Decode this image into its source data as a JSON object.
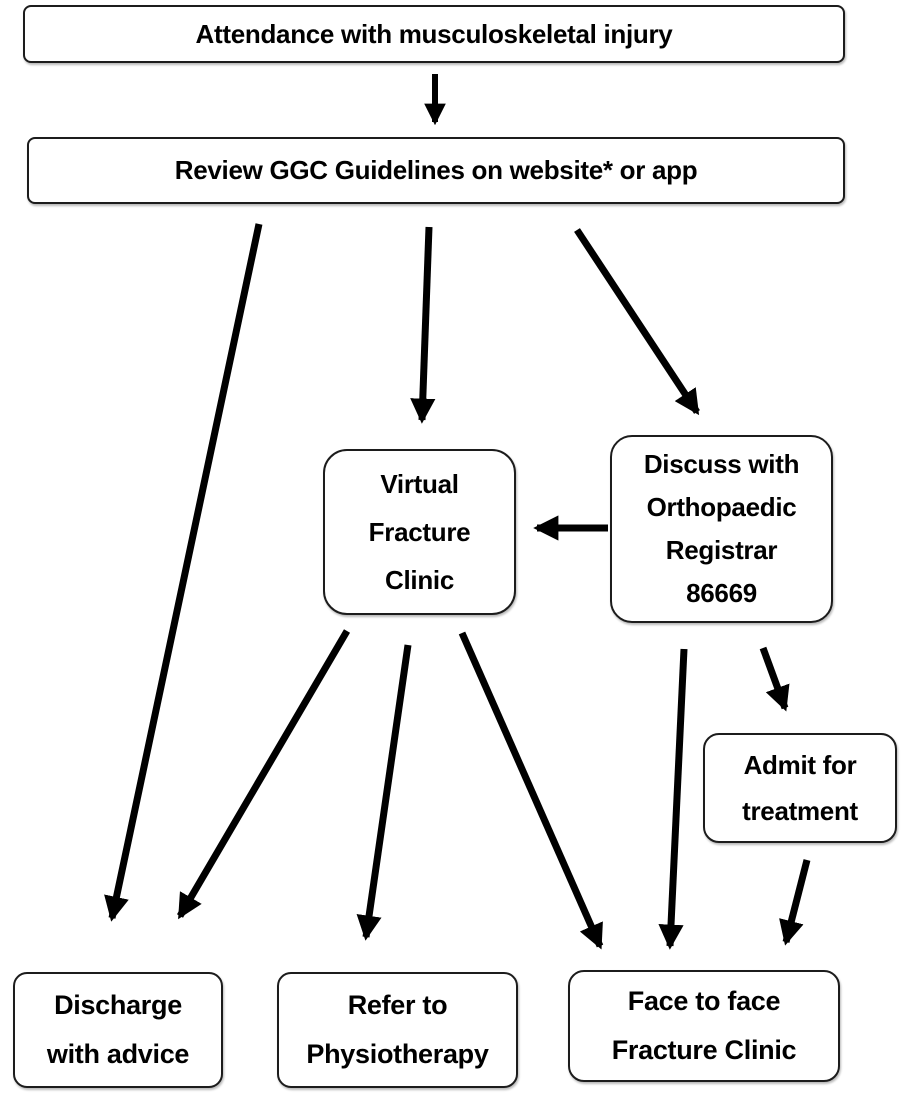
{
  "diagram": {
    "type": "flowchart",
    "background_color": "#ffffff",
    "arrow_color": "#000000",
    "box_fill_color": "#ffffff",
    "box_border_color": "#1c1c1c",
    "text_color": "#000000"
  },
  "nodes": {
    "attendance": {
      "label": "Attendance with musculoskeletal injury"
    },
    "review": {
      "label": "Review GGC Guidelines on website* or app"
    },
    "virtual": {
      "lines": [
        "Virtual",
        "Fracture",
        "Clinic"
      ]
    },
    "discuss": {
      "lines": [
        "Discuss with",
        "Orthopaedic",
        "Registrar",
        "86669"
      ]
    },
    "admit": {
      "lines": [
        "Admit for",
        "treatment"
      ]
    },
    "discharge": {
      "lines": [
        "Discharge",
        "with advice"
      ]
    },
    "physio": {
      "lines": [
        "Refer to",
        "Physiotherapy"
      ]
    },
    "face": {
      "lines": [
        "Face to face",
        "Fracture Clinic"
      ]
    }
  },
  "edges": [
    {
      "from": "attendance",
      "to": "review"
    },
    {
      "from": "review",
      "to": "discharge"
    },
    {
      "from": "review",
      "to": "virtual"
    },
    {
      "from": "review",
      "to": "discuss"
    },
    {
      "from": "discuss",
      "to": "virtual"
    },
    {
      "from": "virtual",
      "to": "discharge"
    },
    {
      "from": "virtual",
      "to": "physio"
    },
    {
      "from": "virtual",
      "to": "face"
    },
    {
      "from": "discuss",
      "to": "face"
    },
    {
      "from": "discuss",
      "to": "admit"
    },
    {
      "from": "admit",
      "to": "face"
    }
  ]
}
